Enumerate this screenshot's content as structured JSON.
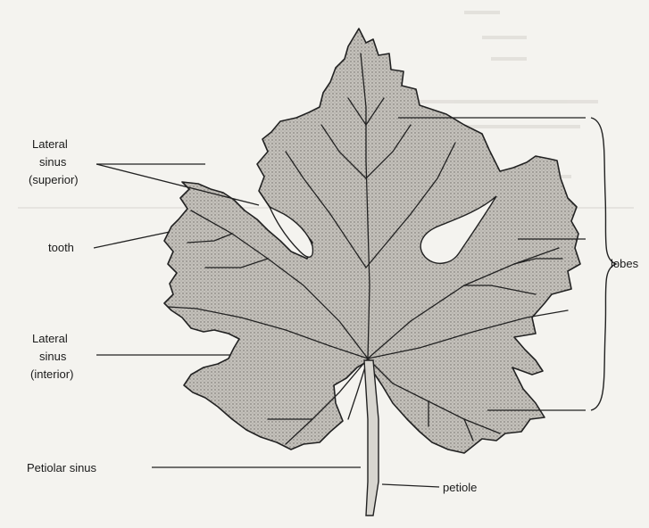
{
  "labels": {
    "lateral_sinus_superior": [
      "Lateral",
      "sinus",
      "(superior)"
    ],
    "tooth": "tooth",
    "lobes": "lobes",
    "lateral_sinus_inferior": [
      "Lateral",
      "sinus",
      "(interior)"
    ],
    "petiolar_sinus": "Petiolar sinus",
    "petiole": "petiole"
  },
  "colors": {
    "leaf_fill": "#b9b6b0",
    "outline": "#222222",
    "background": "#f4f3ef"
  }
}
